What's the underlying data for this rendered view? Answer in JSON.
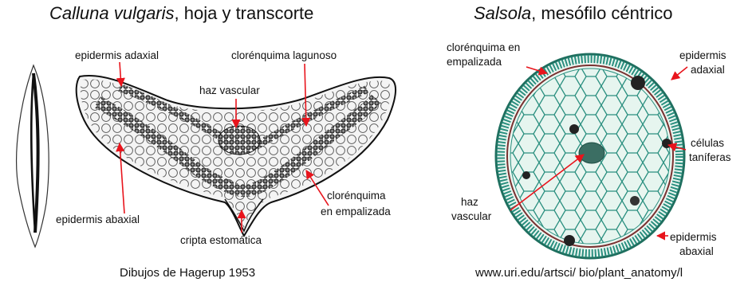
{
  "left_panel": {
    "title_italic": "Calluna vulgaris",
    "title_rest": ", hoja y transcorte",
    "labels": {
      "epidermis_adaxial": "epidermis adaxial",
      "clorenquima_lagunoso": "clorénquima lagunoso",
      "haz_vascular": "haz vascular",
      "epidermis_abaxial": "epidermis abaxial",
      "clorenquima_empalizada_1": "clorénquima",
      "clorenquima_empalizada_2": "en empalizada",
      "cripta_estomatica": "cripta estomática"
    },
    "caption": "Dibujos de Hagerup 1953"
  },
  "right_panel": {
    "title_italic": "Salsola",
    "title_rest": ", mesófilo céntrico",
    "labels": {
      "clorenquima_en_1": "clorénquima en",
      "clorenquima_en_2": "empalizada",
      "epidermis_adaxial_1": "epidermis",
      "epidermis_adaxial_2": "adaxial",
      "celulas_1": "células",
      "celulas_2": "taníferas",
      "haz_1": "haz",
      "haz_2": "vascular",
      "epidermis_abaxial_1": "epidermis",
      "epidermis_abaxial_2": "abaxial"
    },
    "caption": "www.uri.edu/artsci/ bio/plant_anatomy/l"
  },
  "colors": {
    "arrow": "#e8141c",
    "ink": "#1a1a1a",
    "cell_fill": "#d9efe6",
    "cell_stroke": "#2a8f7f"
  }
}
